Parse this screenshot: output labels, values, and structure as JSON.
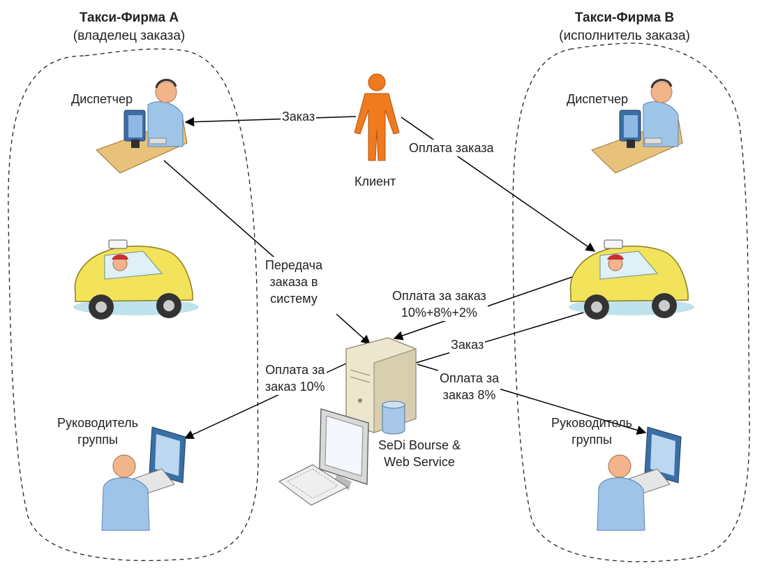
{
  "firm_a": {
    "title": "Такси-Фирма А",
    "subtitle": "(владелец заказа)"
  },
  "firm_b": {
    "title": "Такси-Фирма В",
    "subtitle": "(исполнитель заказа)"
  },
  "nodes": {
    "dispatcher_a": "Диспетчер",
    "dispatcher_b": "Диспетчер",
    "client": "Клиент",
    "manager_a_line1": "Руководитель",
    "manager_a_line2": "группы",
    "manager_b_line1": "Руководитель",
    "manager_b_line2": "группы",
    "server_line1": "SeDi Bourse &",
    "server_line2": "Web Service"
  },
  "edges": {
    "order": "Заказ",
    "order_payment": "Оплата заказа",
    "transfer_line1": "Передача",
    "transfer_line2": "заказа в",
    "transfer_line3": "систему",
    "fee_total_line1": "Оплата за заказ",
    "fee_total_line2": "10%+8%+2%",
    "order_to_b": "Заказ",
    "fee_a_line1": "Оплата за",
    "fee_a_line2": "заказ 10%",
    "fee_b_line1": "Оплата за",
    "fee_b_line2": "заказ 8%"
  },
  "colors": {
    "client_figure": "#f07a1e",
    "person": "#9ec4e8",
    "skin": "#f2b48a",
    "monitor": "#3a6ea5",
    "taxi": "#f2e35a",
    "server": "#ece6cf",
    "line": "#000000"
  }
}
